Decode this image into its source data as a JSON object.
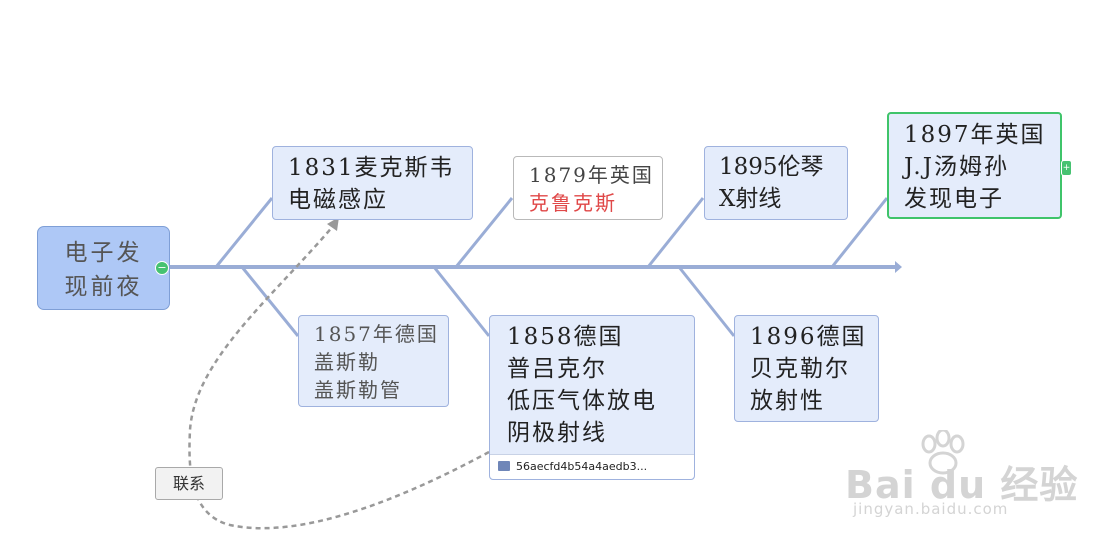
{
  "root": {
    "lines": [
      "电子发",
      "现前夜"
    ]
  },
  "topics": {
    "t1831": {
      "lines": [
        "1831麦克斯韦",
        "电磁感应"
      ]
    },
    "t1879": {
      "lines": [
        "1879年英国",
        "克鲁克斯"
      ]
    },
    "t1895": {
      "lines": [
        "1895伦琴",
        "X射线"
      ]
    },
    "t1897": {
      "lines": [
        "1897年英国",
        "J.J汤姆孙",
        "发现电子"
      ]
    },
    "t1857": {
      "lines": [
        "1857年德国",
        "盖斯勒",
        "盖斯勒管"
      ]
    },
    "t1858": {
      "lines": [
        "1858德国",
        "普吕克尔",
        "低压气体放电",
        "阴极射线"
      ],
      "attachment": "56aecfd4b54a4aedb3..."
    },
    "t1896": {
      "lines": [
        "1896德国",
        "贝克勒尔",
        "放射性"
      ]
    }
  },
  "relation": {
    "label": "联系"
  },
  "watermark": {
    "brand": "Bai du 经验",
    "url": "jingyan.baidu.com"
  },
  "colors": {
    "spine": "#9aadd6",
    "root_fill": "#aec8f6",
    "topic_fill": "#e4ecfb",
    "selected_border": "#3fc46a",
    "highlight_text": "#e04848",
    "relation_line": "#999999"
  }
}
